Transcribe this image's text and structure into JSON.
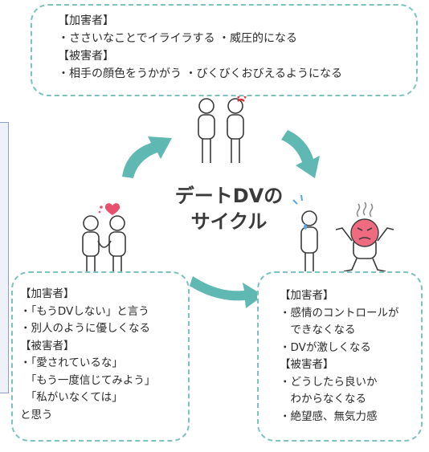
{
  "title": {
    "line1": "デートDVの",
    "line2": "サイクル"
  },
  "top_box": {
    "lines": [
      "【加害者】",
      "・ささいなことでイライラする ・威圧的になる",
      "【被害者】",
      "・相手の顔色をうかがう ・びくびくおびえるようになる"
    ]
  },
  "left_box": {
    "lines": [
      "【加害者】",
      "・「もうDVしない」と言う",
      "・別人のように優しくなる",
      "【被害者】",
      "・「愛されているな」",
      "　「もう一度信じてみよう」",
      "　「私がいなくては」",
      "と思う"
    ]
  },
  "right_box": {
    "lines": [
      "【加害者】",
      "・感情のコントロールが",
      "　できなくなる",
      "・DVが激しくなる",
      "【被害者】",
      "・どうしたら良いか",
      "　わからなくなる",
      "・絶望感、無気力感"
    ]
  },
  "colors": {
    "dashed_border": "#7cc3bf",
    "arrow": "#5fb8b2",
    "heart": "#e9506e",
    "angry_face": "#f06a80",
    "anger_mark": "#d9343c",
    "sweat": "#5aa6dc"
  },
  "icons": [
    "heart-icon",
    "anger-icon",
    "sweat-icon",
    "angry-face-icon",
    "steam-icon"
  ]
}
